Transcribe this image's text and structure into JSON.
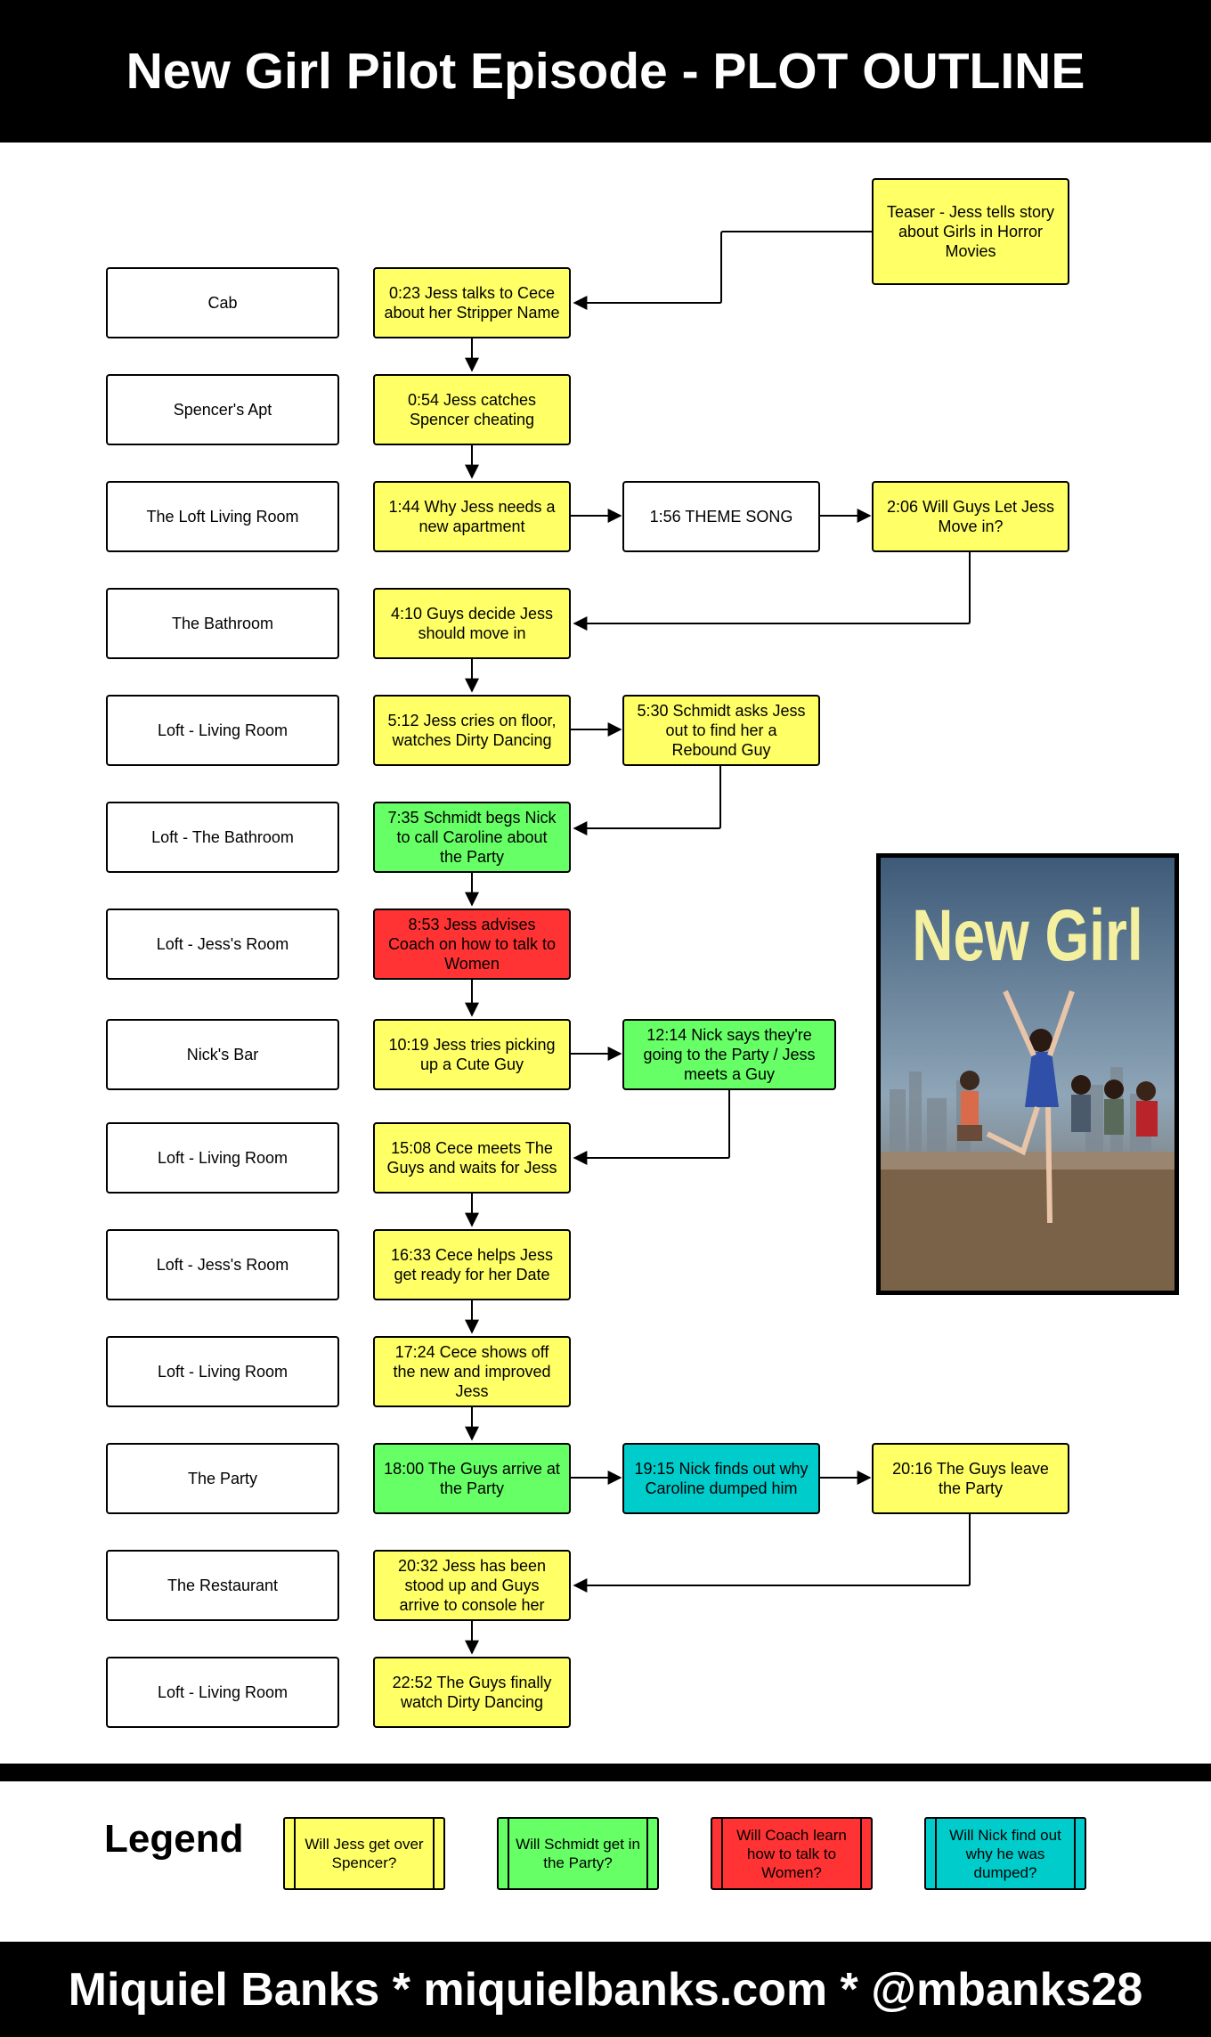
{
  "title": "New Girl Pilot Episode - PLOT OUTLINE",
  "footer": "Miquiel Banks * miquielbanks.com * @mbanks28",
  "locations": [
    "Cab",
    "Spencer's Apt",
    "The Loft Living Room",
    "The Bathroom",
    "Loft - Living Room",
    "Loft - The Bathroom",
    "Loft - Jess's Room",
    "Nick's Bar",
    "Loft - Living Room",
    "Loft - Jess's Room",
    "Loft - Living Room",
    "The Party",
    "The Restaurant",
    "Loft - Living Room"
  ],
  "scenes": {
    "teaser": "Teaser - Jess tells story about Girls in Horror Movies",
    "s023": "0:23 Jess talks to Cece about her Stripper Name",
    "s054": "0:54 Jess catches Spencer cheating",
    "s144": "1:44 Why Jess needs a new apartment",
    "s156": "1:56 THEME SONG",
    "s206": "2:06 Will Guys Let Jess Move in?",
    "s410": "4:10 Guys decide Jess should move in",
    "s512": "5:12 Jess cries on floor, watches Dirty Dancing",
    "s530": "5:30 Schmidt asks Jess out to find her a Rebound Guy",
    "s735": "7:35 Schmidt begs Nick to call Caroline about the Party",
    "s853": "8:53 Jess advises Coach on how to talk to Women",
    "s1019": "10:19 Jess tries picking up a Cute Guy",
    "s1214": "12:14 Nick says they're going to the Party / Jess meets a Guy",
    "s1508": "15:08 Cece meets The Guys and waits for Jess",
    "s1633": "16:33 Cece helps Jess get ready for her Date",
    "s1724": "17:24 Cece shows off the new and improved Jess",
    "s1800": "18:00 The Guys arrive at the Party",
    "s1915": "19:15 Nick finds out why Caroline dumped him",
    "s2016": "20:16 The Guys leave the Party",
    "s2032": "20:32 Jess has been stood up and Guys arrive to console her",
    "s2252": "22:52 The Guys finally watch Dirty Dancing"
  },
  "poster": {
    "title": "New Girl"
  },
  "legend": {
    "title": "Legend",
    "items": [
      "Will Jess get over Spencer?",
      "Will Schmidt get in the Party?",
      "Will Coach learn how to talk to Women?",
      "Will Nick find out why he was dumped?"
    ]
  },
  "colors": {
    "jess": "#ffff66",
    "schmidt": "#66ff66",
    "coach": "#ff3333",
    "nick": "#00cccc"
  }
}
